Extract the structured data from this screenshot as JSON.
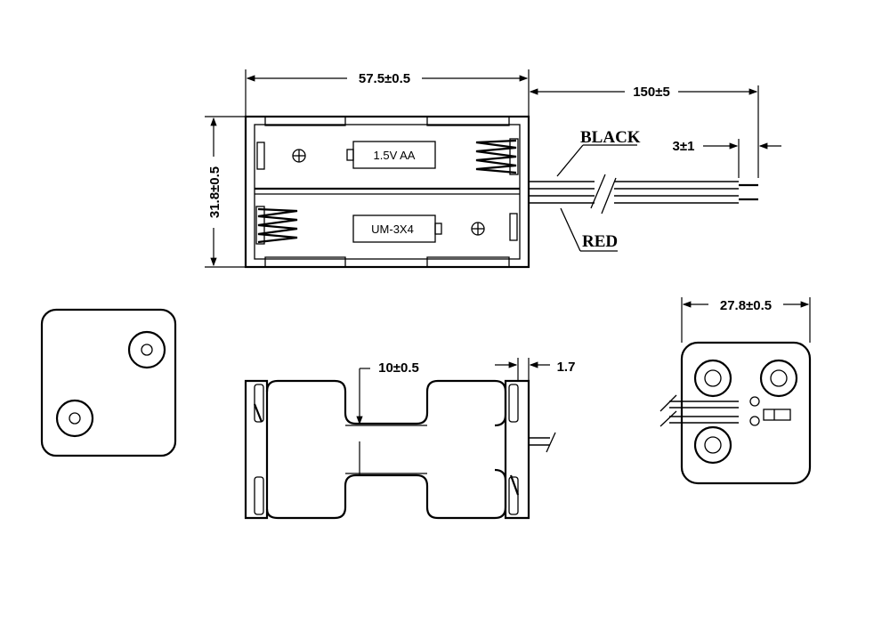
{
  "dimensions": {
    "length": "57.5±0.5",
    "height": "31.8±0.5",
    "lead_length": "150±5",
    "strip_length": "3±1",
    "side_width": "27.8±0.5",
    "pitch": "10±0.5",
    "tab": "1.7"
  },
  "wires": {
    "black": "BLACK",
    "red": "RED"
  },
  "cells": {
    "upper": "1.5V  AA",
    "lower": "UM-3X4"
  }
}
